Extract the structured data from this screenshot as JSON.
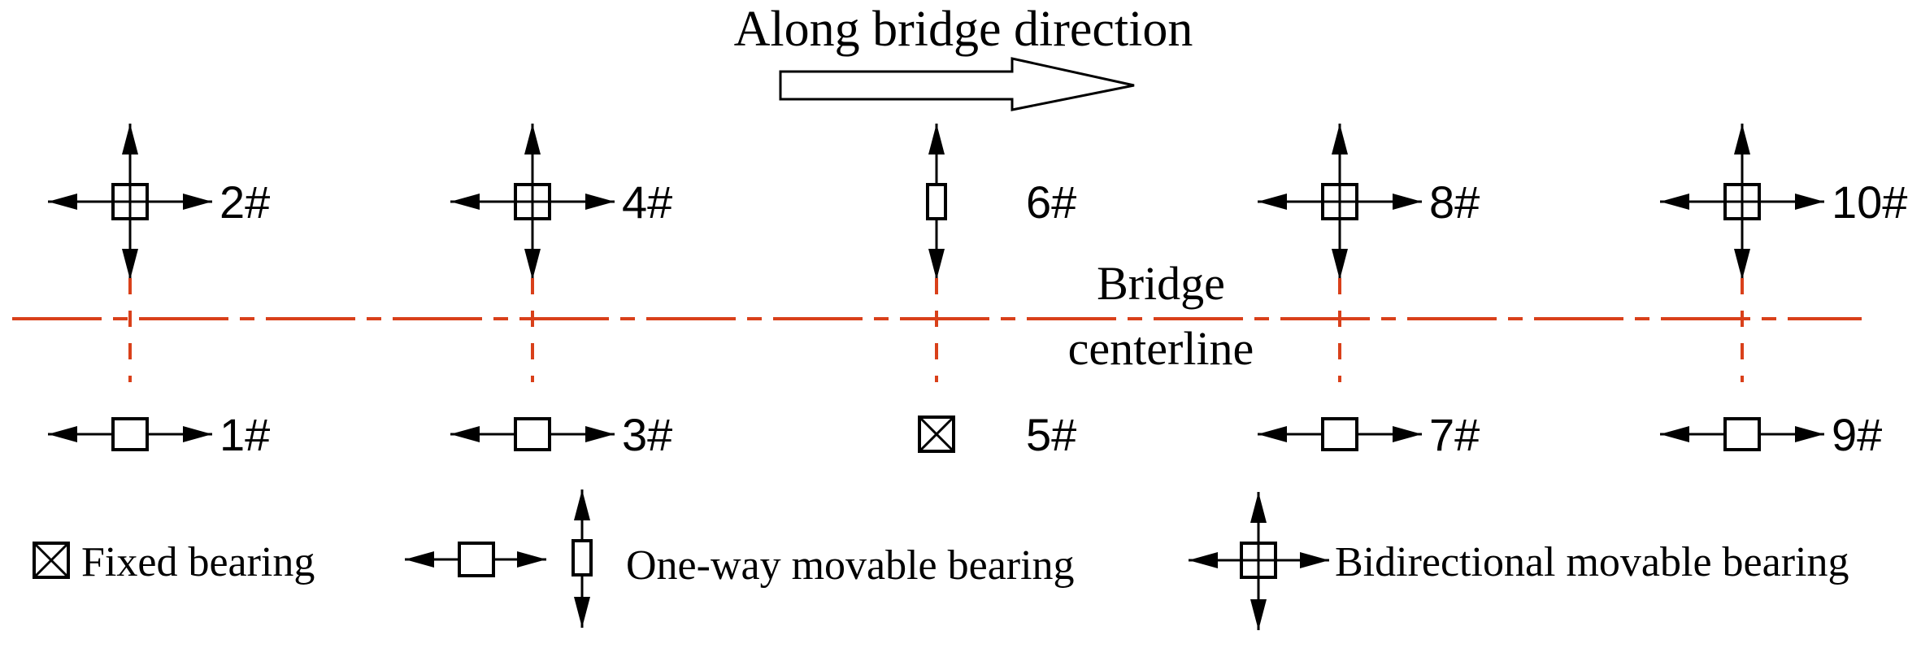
{
  "direction": {
    "label": "Along bridge direction"
  },
  "centerline": {
    "label_line1": "Bridge",
    "label_line2": "centerline",
    "color": "#d9401a"
  },
  "bearings_top": [
    {
      "label": "2#",
      "type": "bidirectional"
    },
    {
      "label": "4#",
      "type": "bidirectional"
    },
    {
      "label": "6#",
      "type": "one-way-vertical"
    },
    {
      "label": "8#",
      "type": "bidirectional"
    },
    {
      "label": "10#",
      "type": "bidirectional"
    }
  ],
  "bearings_bottom": [
    {
      "label": "1#",
      "type": "one-way-horizontal"
    },
    {
      "label": "3#",
      "type": "one-way-horizontal"
    },
    {
      "label": "5#",
      "type": "fixed"
    },
    {
      "label": "7#",
      "type": "one-way-horizontal"
    },
    {
      "label": "9#",
      "type": "one-way-horizontal"
    }
  ],
  "legend": {
    "fixed": "Fixed bearing",
    "one_way": "One-way movable bearing",
    "bidirectional": "Bidirectional movable bearing"
  },
  "colors": {
    "stroke": "#000000",
    "centerline": "#d9401a"
  }
}
